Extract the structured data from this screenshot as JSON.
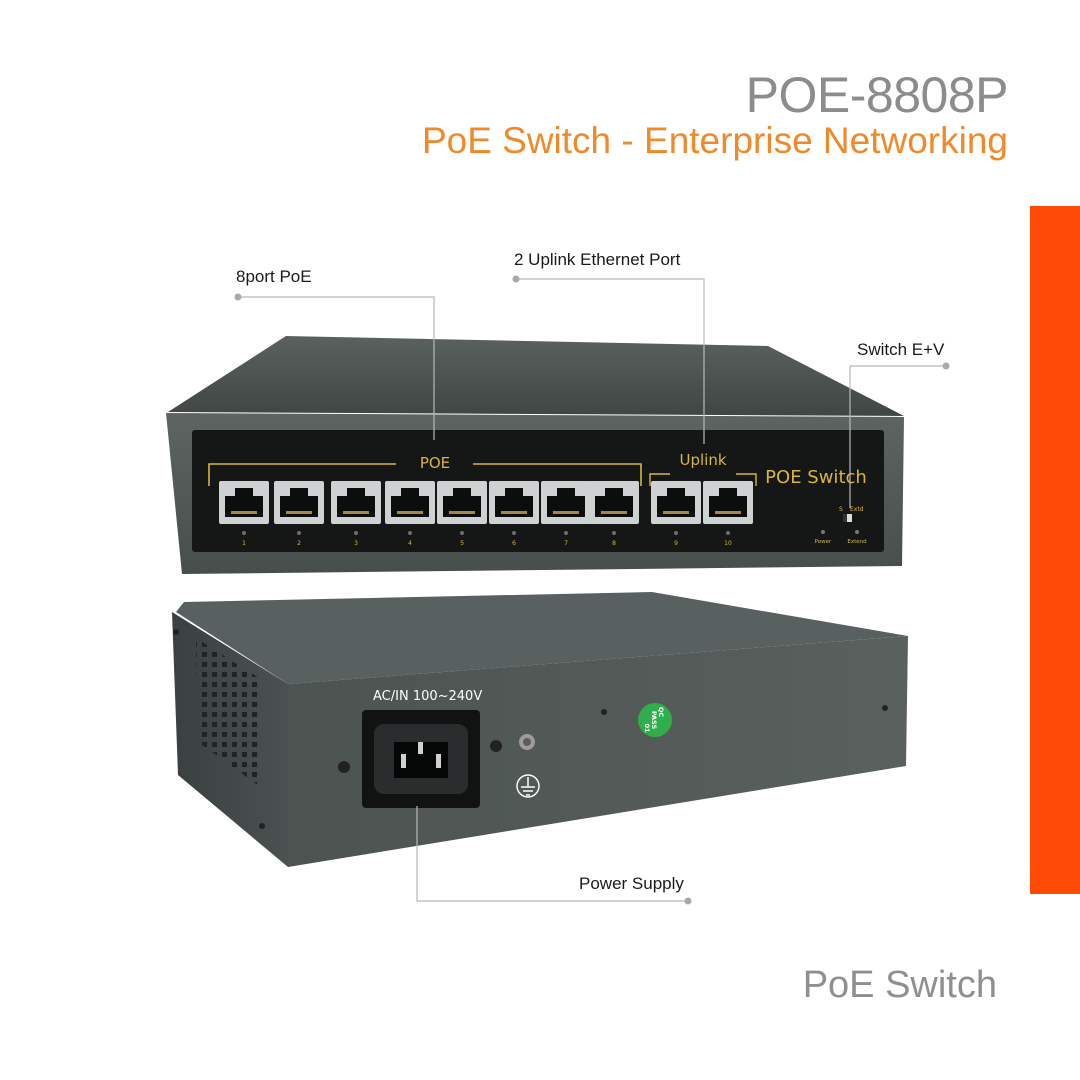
{
  "header": {
    "model": "POE-8808P",
    "subtitle": "PoE Switch - Enterprise Networking"
  },
  "callouts": {
    "poe_ports": "8port PoE",
    "uplink_ports": "2 Uplink Ethernet Port",
    "switch_mode": "Switch E+V",
    "power_supply": "Power Supply"
  },
  "front_panel": {
    "poe_group_label": "POE",
    "uplink_group_label": "Uplink",
    "brand_label": "POE Switch",
    "port_numbers": [
      "1",
      "2",
      "3",
      "4",
      "5",
      "6",
      "7",
      "8",
      "9",
      "10"
    ],
    "switch_positions": [
      "S",
      "Extd"
    ],
    "led_labels": [
      "Power",
      "Extend"
    ]
  },
  "rear_panel": {
    "power_rating": "AC/IN 100~240V",
    "qc_sticker": [
      "QC",
      "PASS",
      "01"
    ]
  },
  "footer": {
    "caption": "PoE Switch"
  },
  "colors": {
    "accent_orange": "#ff4a05",
    "subtitle_orange": "#f0892a",
    "panel_yellow": "#d9b63a",
    "chassis_gray": "#4e5553",
    "text_gray": "#8c8c8c"
  }
}
